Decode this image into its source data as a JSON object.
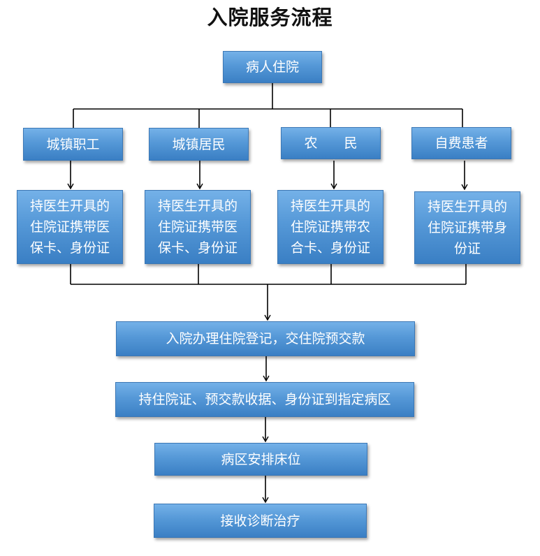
{
  "title": "入院服务流程",
  "nodes": {
    "start": "病人住院",
    "categories": [
      {
        "label": "城镇职工",
        "instruction": "持医生开具的住院证携带医保卡、身份证"
      },
      {
        "label": "城镇居民",
        "instruction": "持医生开具的住院证携带医保卡、身份证"
      },
      {
        "label": "农　　民",
        "instruction": "持医生开具的住院证携带农合卡、身份证"
      },
      {
        "label": "自费患者",
        "instruction": "持医生开具的住院证携带身份证"
      }
    ],
    "steps": [
      "入院办理住院登记，交住院预交款",
      "持住院证、预交款收据、身份证到指定病区",
      "病区安排床位",
      "接收诊断治疗"
    ]
  },
  "colors": {
    "box_fill": "#5598d7",
    "box_border": "#3b77b5",
    "text": "#ffffff",
    "line": "#000000"
  }
}
